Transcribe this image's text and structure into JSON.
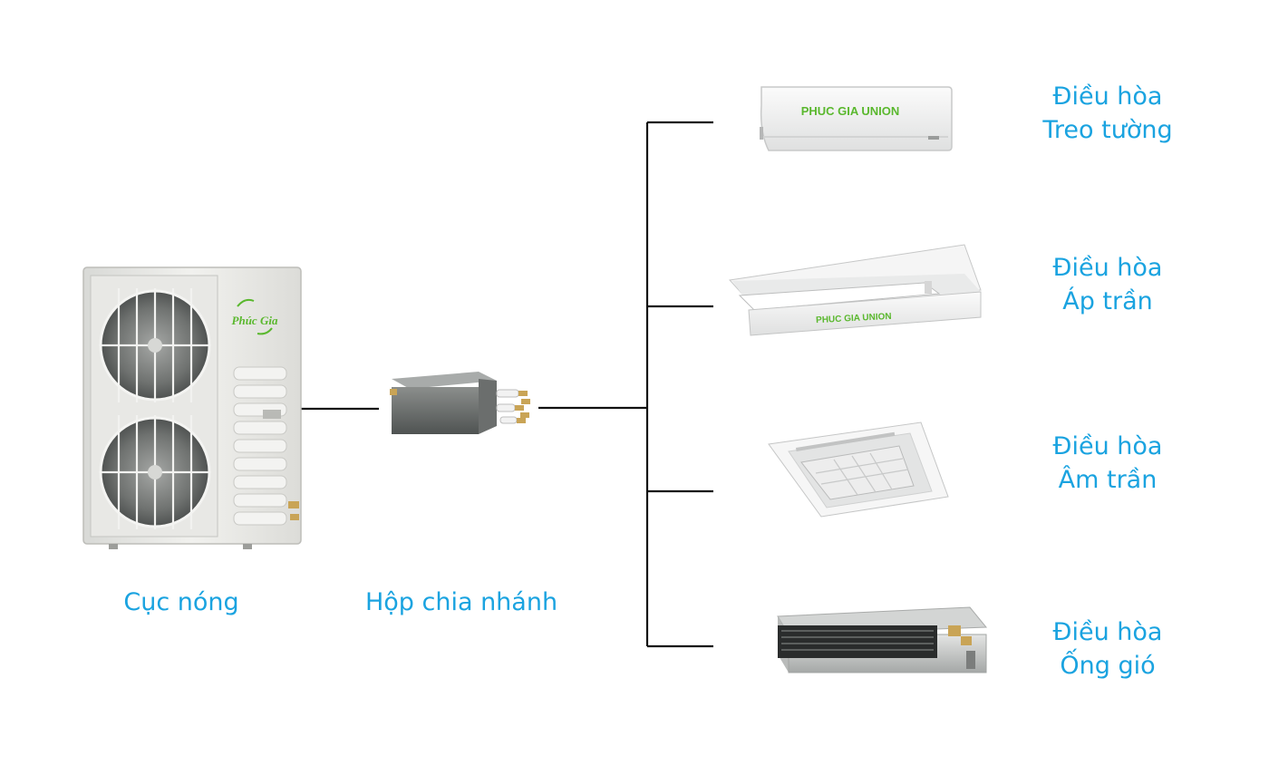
{
  "diagram": {
    "outdoor_unit": {
      "label": "Cục nóng",
      "logo_text": "Phúc Gia",
      "icon": "outdoor-condenser-icon"
    },
    "branch_box": {
      "label": "Hộp chia nhánh",
      "icon": "branch-box-icon"
    },
    "indoor_units": [
      {
        "line1": "Điều hòa",
        "line2": "Treo tường",
        "brand_text": "PHUC GIA UNION",
        "icon": "wall-mounted-ac-icon"
      },
      {
        "line1": "Điều hòa",
        "line2": "Áp trần",
        "brand_text": "PHUC GIA UNION",
        "icon": "ceiling-suspended-ac-icon"
      },
      {
        "line1": "Điều hòa",
        "line2": "Âm trần",
        "icon": "cassette-ac-icon"
      },
      {
        "line1": "Điều hòa",
        "line2": "Ống gió",
        "icon": "ducted-ac-icon"
      }
    ],
    "colors": {
      "label": "#1aa3e0",
      "connector": "#111111",
      "brand_green": "#5ab82e"
    }
  }
}
